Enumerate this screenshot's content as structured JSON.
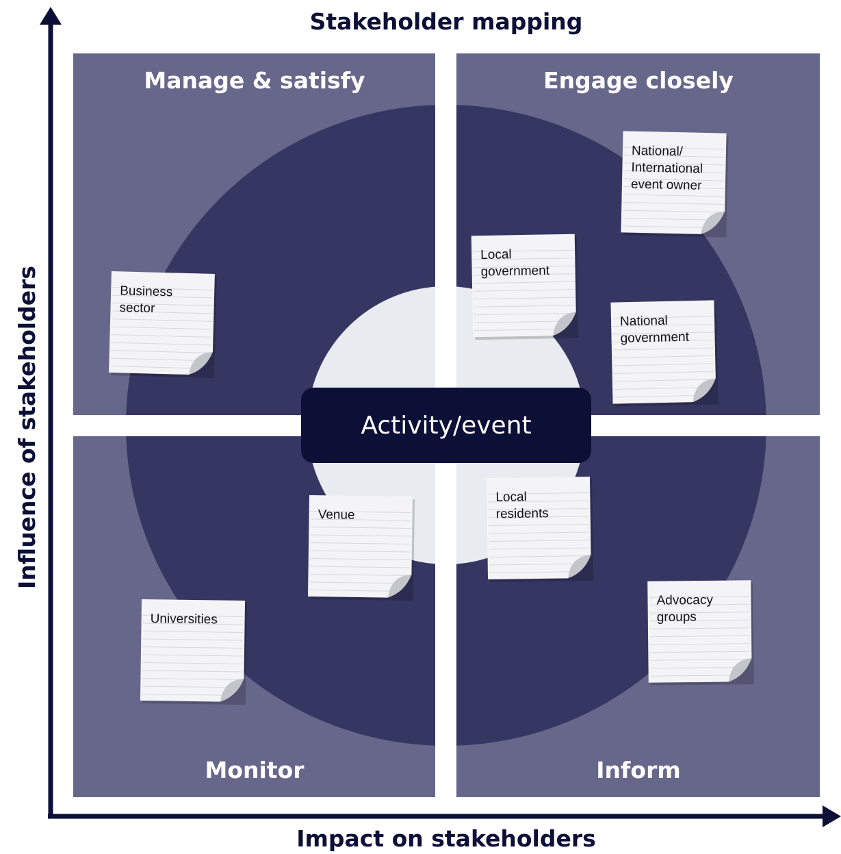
{
  "title": "Stakeholder mapping",
  "axes": {
    "x_label": "Impact on stakeholders",
    "y_label": "Influence of stakeholders"
  },
  "quadrants": {
    "top_left": "Manage & satisfy",
    "top_right": "Engage closely",
    "bottom_left": "Monitor",
    "bottom_right": "Inform"
  },
  "center": "Activity/event",
  "notes": [
    {
      "id": "business-sector",
      "lines": [
        "Business",
        "sector"
      ]
    },
    {
      "id": "national-international-event-owner",
      "lines": [
        "National/",
        "International",
        "event owner"
      ]
    },
    {
      "id": "local-government",
      "lines": [
        "Local",
        "government"
      ]
    },
    {
      "id": "national-government",
      "lines": [
        "National",
        "government"
      ]
    },
    {
      "id": "venue",
      "lines": [
        "Venue"
      ]
    },
    {
      "id": "local-residents",
      "lines": [
        "Local",
        "residents"
      ]
    },
    {
      "id": "universities",
      "lines": [
        "Universities"
      ]
    },
    {
      "id": "advocacy-groups",
      "lines": [
        "Advocacy",
        "groups"
      ]
    }
  ],
  "colors": {
    "quadrant_bg": "#67678b",
    "circle_mid": "#363663",
    "circle_inner": "#e8ebef",
    "center_box": "#0c0f36",
    "axis": "#0c0f36"
  }
}
